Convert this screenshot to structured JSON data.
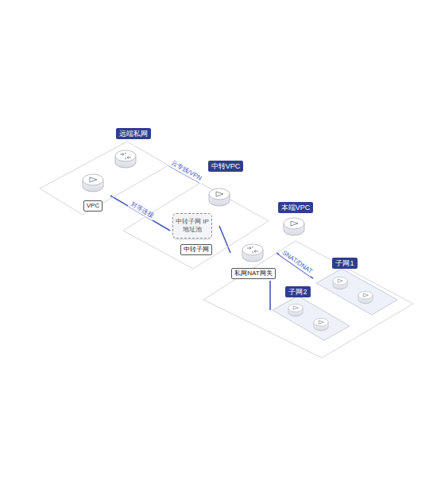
{
  "diagram": {
    "nodes": [
      {
        "text": [
          "远端私网"
        ]
      },
      {
        "text": [
          "VPC"
        ],
        "in": 0
      },
      {
        "text": [
          "中转VPC"
        ]
      },
      {
        "text": [
          "中转子网 IP地址池",
          "中转子网"
        ],
        "in": 2
      },
      {
        "text": [
          "私网NAT网关"
        ]
      },
      {
        "text": [
          "本端VPC"
        ]
      },
      {
        "text": [
          "子网1"
        ],
        "in": 5
      },
      {
        "text": [
          "子网2"
        ],
        "in": 5
      }
    ],
    "edges": [
      {
        "from": 0,
        "to": 2,
        "arrow": "none",
        "label": "云专线/VPN"
      },
      {
        "from": 1,
        "to": 3,
        "arrow": "none",
        "label": "对等连接"
      },
      {
        "from": 3,
        "to": 4,
        "arrow": "none"
      },
      {
        "from": 4,
        "to": 6,
        "arrow": "none",
        "label": "SNAT/DNAT"
      },
      {
        "from": 4,
        "to": 7,
        "arrow": "none"
      }
    ]
  }
}
